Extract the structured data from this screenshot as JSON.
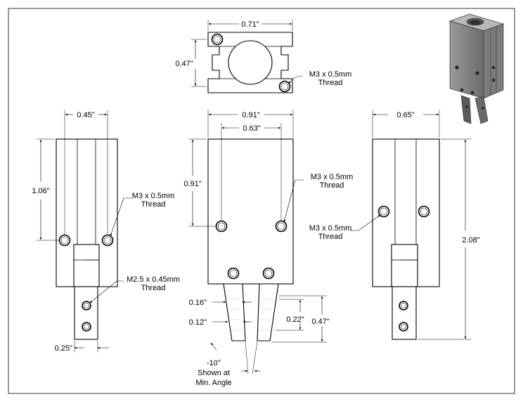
{
  "top_view": {
    "width_dim": "0.71\"",
    "height_dim": "0.47\"",
    "thread_callout": [
      "M3 x 0.5mm",
      "Thread"
    ]
  },
  "left_view": {
    "width_dim": "0.45\"",
    "height_dim": "1.06\"",
    "thread_callout": [
      "M3 x 0.5mm",
      "Thread"
    ],
    "jaw_thread_callout": [
      "M2.5 x 0.45mm",
      "Thread"
    ],
    "jaw_width_dim": "0.25\""
  },
  "front_view": {
    "width_dim": "0.91\"",
    "hole_spacing_dim": "0.63\"",
    "hole_height_dim": "0.91\"",
    "thread_callout": [
      "M3 x 0.5mm",
      "Thread"
    ],
    "jaw_dim_a": "0.16\"",
    "jaw_dim_b": "0.12\"",
    "jaw_dim_c": "0.22\"",
    "jaw_dim_d": "0.47\"",
    "angle_note": [
      "-10°",
      "Shown at",
      "Min. Angle"
    ]
  },
  "right_view": {
    "width_dim": "0.65\"",
    "height_dim": "2.08\"",
    "thread_callout": [
      "M3 x 0.5mm",
      "Thread"
    ]
  },
  "iso_view": {
    "icon": "gripper-3d-render"
  }
}
